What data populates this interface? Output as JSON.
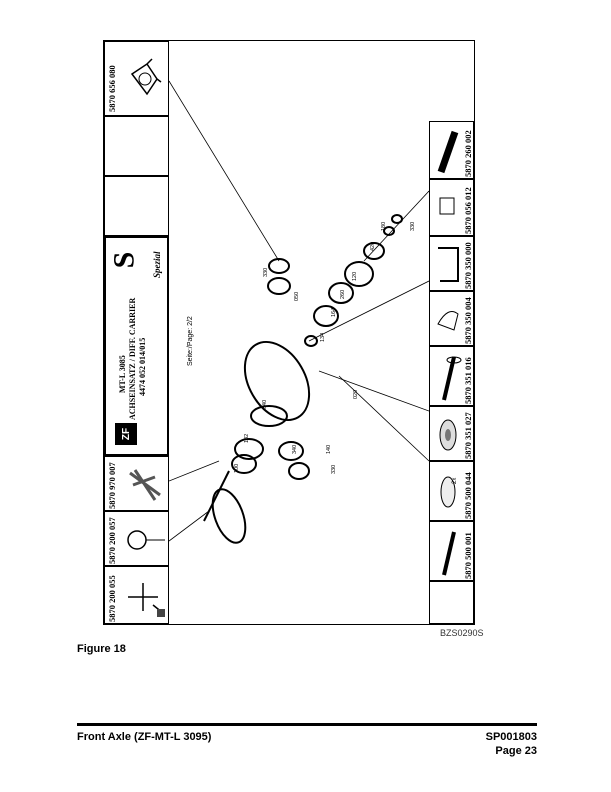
{
  "drawing": {
    "title_block": {
      "model": "MT-L 3085",
      "assembly": "ACHSEINSATZ / DIFF. CARRIER",
      "number": "4474 052 014/015",
      "logo_zf": "ZF",
      "logo_special": "Spezial"
    },
    "page_ref": "Seite:/Page: 2/2",
    "left_tools": [
      "5870 656 080",
      "5870 970 007",
      "5870 200 057",
      "5870 200 055"
    ],
    "right_tools": [
      "5870 260 002",
      "5870 056 012",
      "5870 350 000",
      "5870 350 004",
      "5870 351 016",
      "5870 351 027",
      "5870 500 044",
      "5870 500 001"
    ],
    "qty_note": "2x",
    "callouts": [
      "330",
      "050",
      "134",
      "164",
      "260",
      "120",
      "420",
      "180",
      "330",
      "020",
      "340",
      "132",
      "100",
      "340",
      "140",
      "330"
    ],
    "drawing_code": "BZS0290S"
  },
  "figure_caption": "Figure 18",
  "footer": {
    "title": "Front Axle (ZF-MT-L 3095)",
    "doc_number": "SP001803",
    "page": "Page 23"
  }
}
